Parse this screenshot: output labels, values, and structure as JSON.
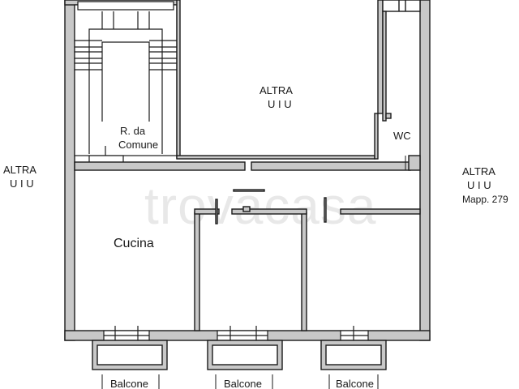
{
  "watermark": "trovacasa",
  "rooms": {
    "altra_top_line1": "ALTRA",
    "altra_top_line2": "U I U",
    "altra_left_line1": "ALTRA",
    "altra_left_line2": "U I U",
    "altra_right_line1": "ALTRA",
    "altra_right_line2": "U I U",
    "altra_right_line3": "Mapp. 279",
    "r_da_comune_line1": "R. da",
    "r_da_comune_line2": "Comune",
    "wc": "WC",
    "cucina": "Cucina"
  },
  "balconies": [
    "Balcone",
    "Balcone",
    "Balcone"
  ],
  "colors": {
    "wall_fill": "#c8c8c8",
    "line": "#1a1a1a",
    "background": "#ffffff"
  }
}
